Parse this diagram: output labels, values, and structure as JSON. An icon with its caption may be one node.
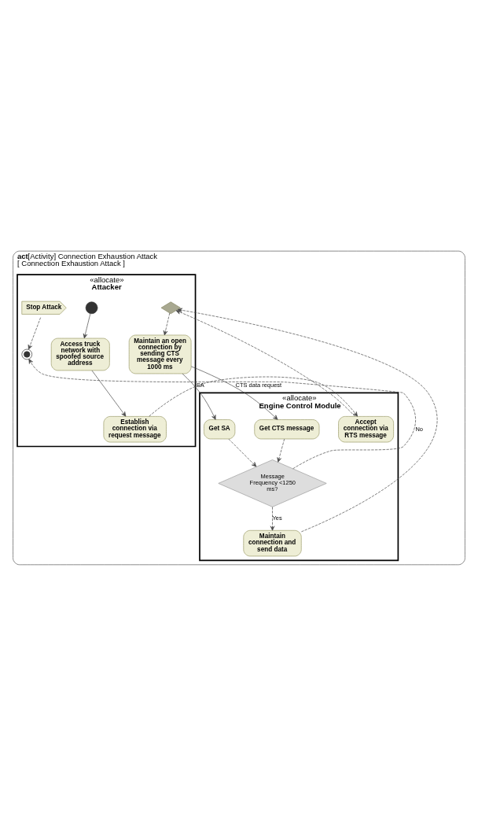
{
  "diagram": {
    "nodes": [
      {
        "text": [
          "act",
          "[Activity] Connection Exhaustion Attack",
          "[ Connection Exhaustion Attack ]"
        ]
      },
      {
        "text": [
          "«allocate»",
          "Attacker"
        ],
        "in": 0
      },
      {
        "text": [
          "«allocate»",
          "Engine Control Module"
        ],
        "in": 0
      },
      {
        "text": [],
        "shape": "circle",
        "in": 1
      },
      {
        "text": [
          "Access truck network with spoofed source address"
        ],
        "in": 1
      },
      {
        "text": [
          "Establish connection via request message"
        ],
        "in": 1
      },
      {
        "text": [
          "Accept connection via RTS message"
        ],
        "in": 2
      },
      {
        "text": [],
        "shape": "diamond",
        "in": 1
      },
      {
        "text": [
          "Maintain an open connection by sending CTS message every 1000 ms"
        ],
        "in": 1
      },
      {
        "text": [
          "Get SA"
        ],
        "in": 2
      },
      {
        "text": [
          "Get CTS message"
        ],
        "in": 2
      },
      {
        "text": [
          "Message Frequency <1250 ms?"
        ],
        "in": 2
      },
      {
        "text": [
          "Maintain connection and send data"
        ],
        "in": 2
      },
      {
        "text": [
          "Stop Attack"
        ],
        "in": 1
      },
      {
        "text": [],
        "shape": "circle",
        "in": 1
      }
    ],
    "edges": [
      {
        "from": 3,
        "to": 4,
        "arrow": "to"
      },
      {
        "from": 4,
        "to": 5,
        "arrow": "to"
      },
      {
        "from": 5,
        "to": 6,
        "arrow": "to",
        "style": "dashed"
      },
      {
        "from": 6,
        "to": 7,
        "arrow": "to",
        "style": "dashed"
      },
      {
        "from": 12,
        "to": 7,
        "arrow": "to",
        "style": "dashed"
      },
      {
        "from": 7,
        "to": 8,
        "arrow": "to",
        "style": "dashed"
      },
      {
        "from": 8,
        "to": 10,
        "arrow": "to",
        "label": "CTS data request"
      },
      {
        "from": 8,
        "to": 9,
        "arrow": "to",
        "label": "SA"
      },
      {
        "from": 9,
        "to": 11,
        "arrow": "to",
        "style": "dashed"
      },
      {
        "from": 10,
        "to": 11,
        "arrow": "to",
        "style": "dashed"
      },
      {
        "from": 11,
        "to": 12,
        "arrow": "to",
        "label": "Yes",
        "style": "dashed"
      },
      {
        "from": 11,
        "to": 14,
        "arrow": "to",
        "label": "No",
        "style": "dashed"
      },
      {
        "from": 13,
        "to": 14,
        "arrow": "to",
        "style": "dashed"
      }
    ]
  }
}
